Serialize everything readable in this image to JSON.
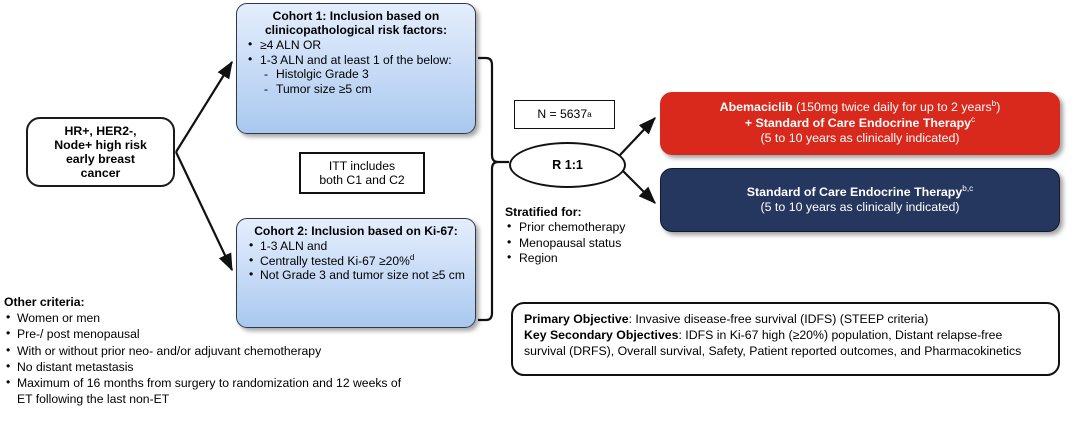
{
  "diagram": {
    "entry_box": {
      "lines": [
        "HR+, HER2-,",
        "Node+ high risk",
        "early breast",
        "cancer"
      ]
    },
    "cohort1": {
      "heading": "Cohort 1: Inclusion based on clinicopathological risk factors:",
      "bullets": [
        "≥4 ALN OR",
        "1-3 ALN and at least 1 of the below:"
      ],
      "subbullets": [
        "Histolgic Grade 3",
        "Tumor size ≥5 cm"
      ]
    },
    "cohort2": {
      "heading": "Cohort 2: Inclusion based on Ki-67:",
      "bullets": [
        "1-3 ALN and",
        "Centrally tested Ki-67 ≥20%",
        "Not Grade 3 and tumor size not ≥5 cm"
      ],
      "ki67_superscript": "d"
    },
    "itt_box": {
      "line1": "ITT includes",
      "line2": "both C1 and C2"
    },
    "n_box": {
      "label": "N = 5637",
      "superscript": "a"
    },
    "randomization": {
      "label": "R 1:1"
    },
    "arm_abemaciclib": {
      "drug": "Abemaciclib",
      "dose": " (150mg twice daily for up to 2 years",
      "dose_superscript": "b",
      "dose_close": ")",
      "combo": "+ Standard of Care Endocrine Therapy",
      "combo_superscript": "c",
      "duration": "(5 to 10 years as clinically indicated)",
      "color": "#d8291c"
    },
    "arm_control": {
      "title": "Standard of Care Endocrine Therapy",
      "title_superscript": "b,c",
      "duration": "(5 to 10 years as clinically indicated)",
      "color": "#25375f"
    },
    "stratified": {
      "title": "Stratified for:",
      "items": [
        "Prior chemotherapy",
        "Menopausal status",
        "Region"
      ]
    },
    "other_criteria": {
      "title": "Other criteria:",
      "items": [
        "Women or men",
        "Pre-/ post menopausal",
        "With or without prior neo- and/or adjuvant chemotherapy",
        "No distant metastasis",
        "Maximum of 16 months from surgery to randomization and 12 weeks of ET following the last non-ET"
      ]
    },
    "objectives": {
      "primary_label": "Primary Objective",
      "primary_text": ": Invasive disease-free survival (IDFS) (STEEP criteria)",
      "secondary_label": "Key Secondary Objectives",
      "secondary_text": ": IDFS in Ki-67 high (≥20%) population, Distant relapse-free survival (DRFS), Overall survival, Safety, Patient reported outcomes, and Pharmacokinetics"
    }
  }
}
